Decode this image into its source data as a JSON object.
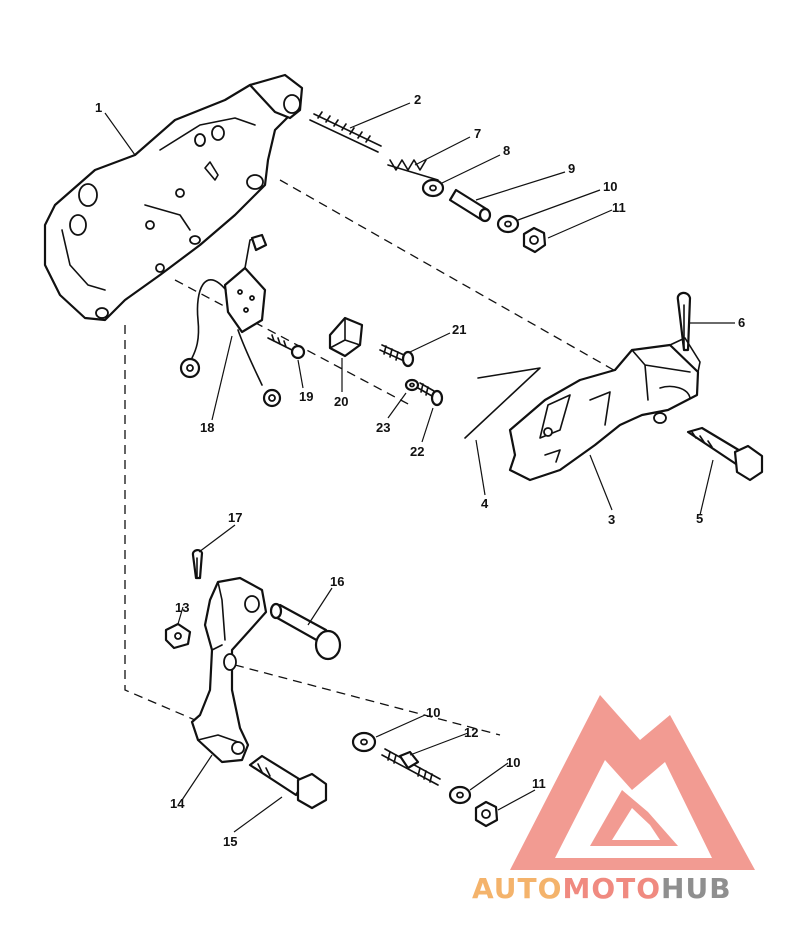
{
  "callouts": {
    "c1": "1",
    "c2": "2",
    "c3": "3",
    "c4": "4",
    "c5": "5",
    "c6": "6",
    "c7": "7",
    "c8": "8",
    "c9": "9",
    "c10a": "10",
    "c11a": "11",
    "c12": "12",
    "c13": "13",
    "c14": "14",
    "c15": "15",
    "c16": "16",
    "c17": "17",
    "c18": "18",
    "c19": "19",
    "c20": "20",
    "c21": "21",
    "c22": "22",
    "c23": "23",
    "c10b": "10",
    "c10c": "10",
    "c11b": "11"
  },
  "watermark": {
    "part1": "AUTO",
    "part2": "MOTO",
    "part3": "HUB",
    "color_auto": "#f4b36b",
    "color_moto": "#f08a80",
    "color_hub": "#8f8f8f",
    "mark_color": "#f08a80"
  }
}
